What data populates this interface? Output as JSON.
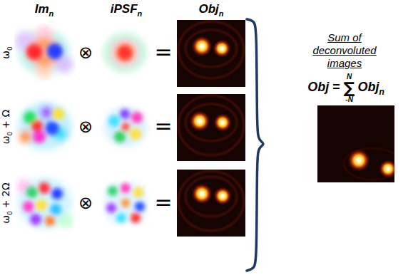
{
  "diagram": {
    "labels": [
      "Im",
      "n",
      "iPSF",
      "n",
      "Obj",
      "n",
      "ω",
      "0",
      "⊗",
      "=",
      "ω",
      "0",
      "+ Ω",
      "⊗",
      "=",
      "ω",
      "0",
      "+ 2Ω",
      "⊗",
      "=",
      "Sum of deconvoluted images",
      "Obj",
      "=",
      "N",
      "∑",
      "-N",
      "Obj",
      "n"
    ]
  }
}
